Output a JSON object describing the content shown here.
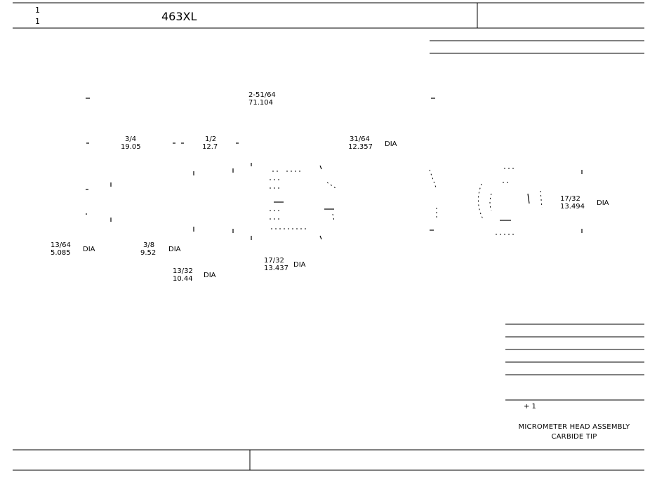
{
  "title_block": {
    "rev_top": "1",
    "rev_bottom": "1",
    "part_number": "463XL"
  },
  "dimensions": {
    "overall_length": {
      "fraction": "2-51/64",
      "mm": "71.104"
    },
    "d_3_4": {
      "fraction": "3/4",
      "mm": "19.05"
    },
    "d_1_2": {
      "fraction": "1/2",
      "mm": "12.7"
    },
    "d_31_64": {
      "fraction": "31/64",
      "mm": "12.357",
      "note": "DIA"
    },
    "d_13_64": {
      "fraction": "13/64",
      "mm": "5.085",
      "note": "DIA"
    },
    "d_3_8": {
      "fraction": "3/8",
      "mm": "9.52",
      "note": "DIA"
    },
    "d_13_32": {
      "fraction": "13/32",
      "mm": "10.44",
      "note": "DIA"
    },
    "d_17_32_mid": {
      "fraction": "17/32",
      "mm": "13.437",
      "note": "DIA"
    },
    "d_17_32_right": {
      "fraction": "17/32",
      "mm": "13.494",
      "note": "DIA"
    }
  },
  "notes": {
    "scale_marker": "+ 1",
    "caption_line1": "MICROMETER HEAD ASSEMBLY",
    "caption_line2": "CARBIDE TIP"
  }
}
